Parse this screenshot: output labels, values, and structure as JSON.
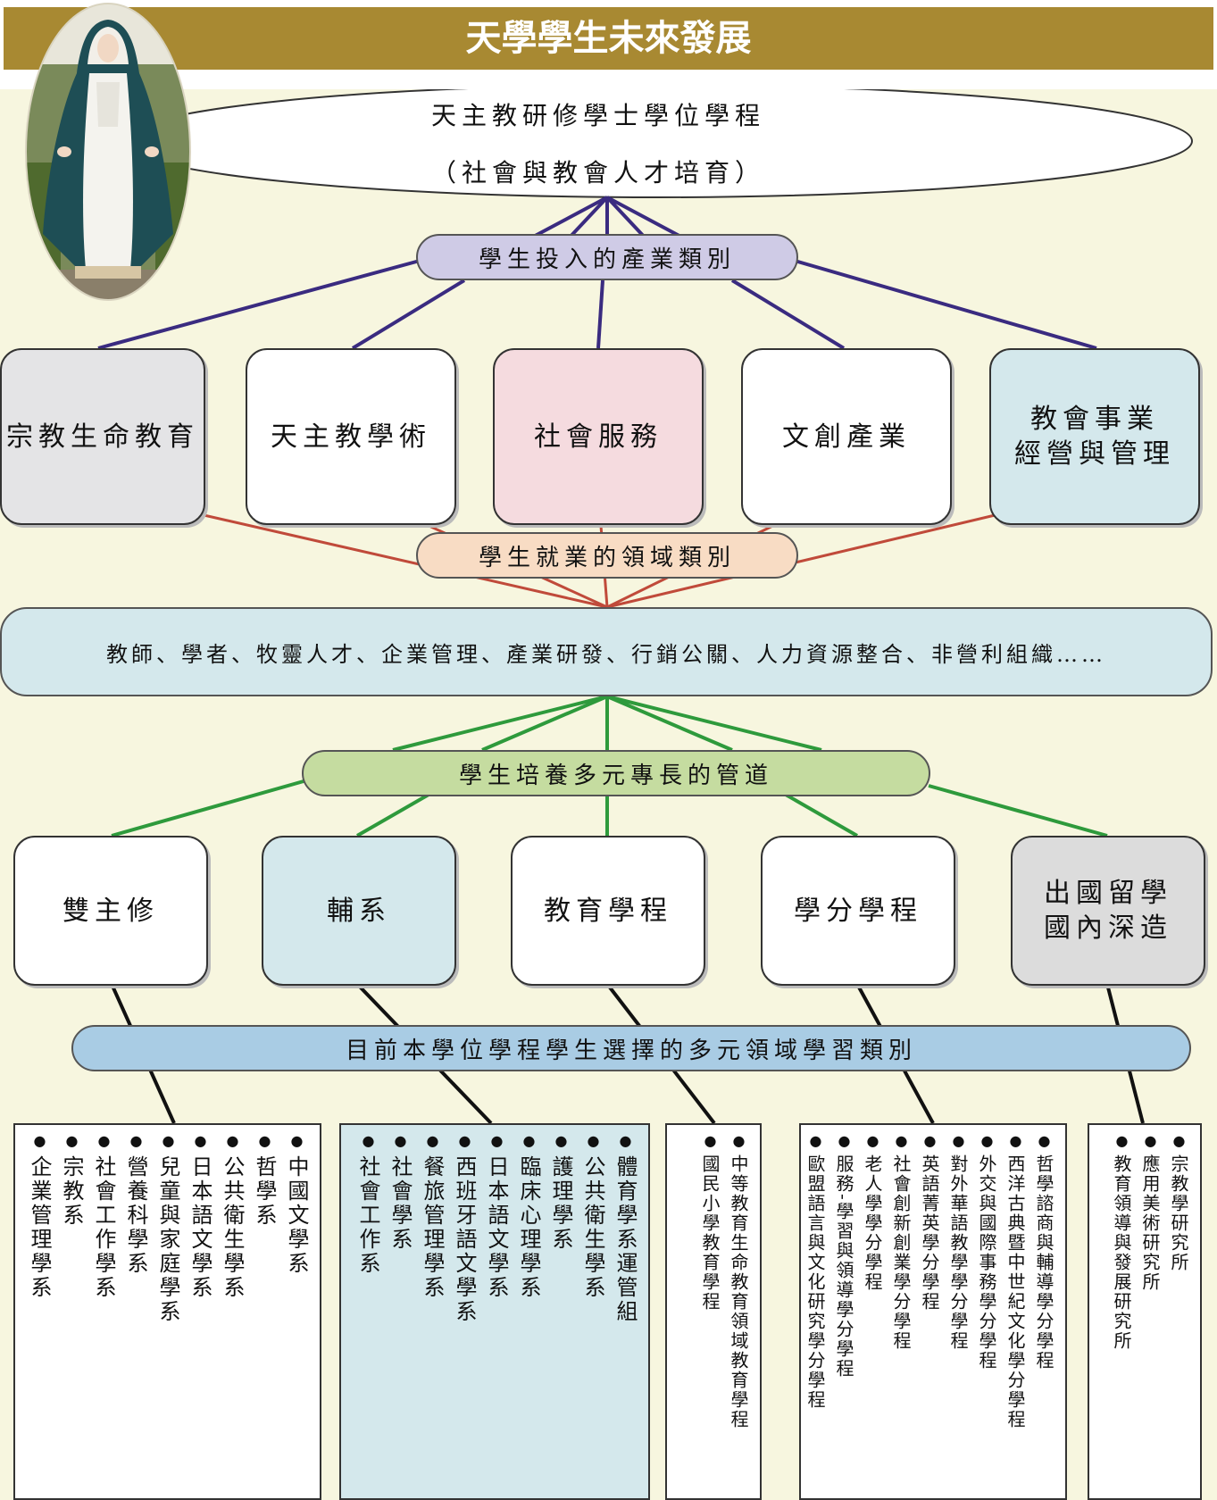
{
  "banner": {
    "title": "天學學生未來發展"
  },
  "program": {
    "title": "天主教研修學士學位學程",
    "subtitle": "（社會與教會人才培育）"
  },
  "industry": {
    "label": "學生投入的產業類別",
    "items": [
      "宗教生命教育",
      "天主教學術",
      "社會服務",
      "文創產業",
      "教會事業\n經營與管理"
    ]
  },
  "employment": {
    "label": "學生就業的領域類別",
    "fields": "教師、學者、牧靈人才、企業管理、產業研發、行銷公關、人力資源整合、非營利組織……"
  },
  "pathways": {
    "label": "學生培養多元專長的管道",
    "items": [
      "雙主修",
      "輔系",
      "教育學程",
      "學分學程",
      "出國留學\n國內深造"
    ]
  },
  "study_areas": {
    "label": "目前本學位學程學生選擇的多元領域學習類別",
    "groups": [
      [
        "中國文學系",
        "哲學系",
        "公共衛生學系",
        "日本語文學系",
        "兒童與家庭學系",
        "營養科學系",
        "社會工作學系",
        "宗教系",
        "企業管理學系"
      ],
      [
        "體育學系運管組",
        "公共衛生學系",
        "護理學系",
        "臨床心理學系",
        "日本語文學系",
        "西班牙語文學系",
        "餐旅管理學系",
        "社會學系",
        "社會工作系"
      ],
      [
        "中等教育生命教育領域教育學程",
        "國民小學教育學程"
      ],
      [
        "哲學諮商與輔導學分學程",
        "西洋古典暨中世紀文化學分學程",
        "外交與國際事務學分學程",
        "對外華語教學學分學程",
        "英語菁英學分學程",
        "社會創新創業學分學程",
        "老人學學分學程",
        "服務-學習與領導學分學程",
        "歐盟語言與文化研究學分學程"
      ],
      [
        "宗教學研究所",
        "應用美術研究所",
        "教育領導與發展研究所"
      ]
    ]
  },
  "colors": {
    "banner": "#a88932",
    "background": "#f7f6df",
    "industry_pill": "#cfcbe6",
    "employment_pill": "#f8dcc4",
    "employment_box": "#d4e8ec",
    "pathway_pill": "#c5dca0",
    "study_pill": "#a9cce4",
    "purple_line": "#3a2b80",
    "red_line": "#c04a3a",
    "green_line": "#2e9a3c"
  }
}
